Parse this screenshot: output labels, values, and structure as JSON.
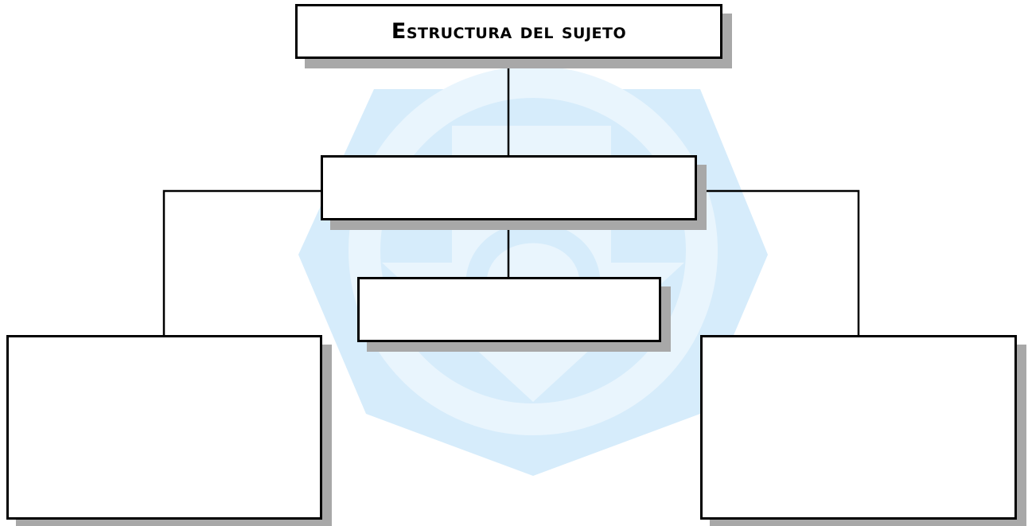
{
  "diagram": {
    "title": "Estructura del sujeto",
    "nodes": [
      {
        "id": "middle",
        "label": ""
      },
      {
        "id": "inner",
        "label": ""
      },
      {
        "id": "left",
        "label": ""
      },
      {
        "id": "right",
        "label": ""
      }
    ],
    "edges": [
      {
        "from": "title",
        "to": "middle"
      },
      {
        "from": "middle",
        "to": "inner"
      },
      {
        "from": "middle",
        "to": "left"
      },
      {
        "from": "middle",
        "to": "right"
      }
    ]
  },
  "colors": {
    "box_border": "#000000",
    "box_shadow": "#a8a8a8",
    "watermark": "#d6ecfb",
    "connector": "#000000"
  }
}
